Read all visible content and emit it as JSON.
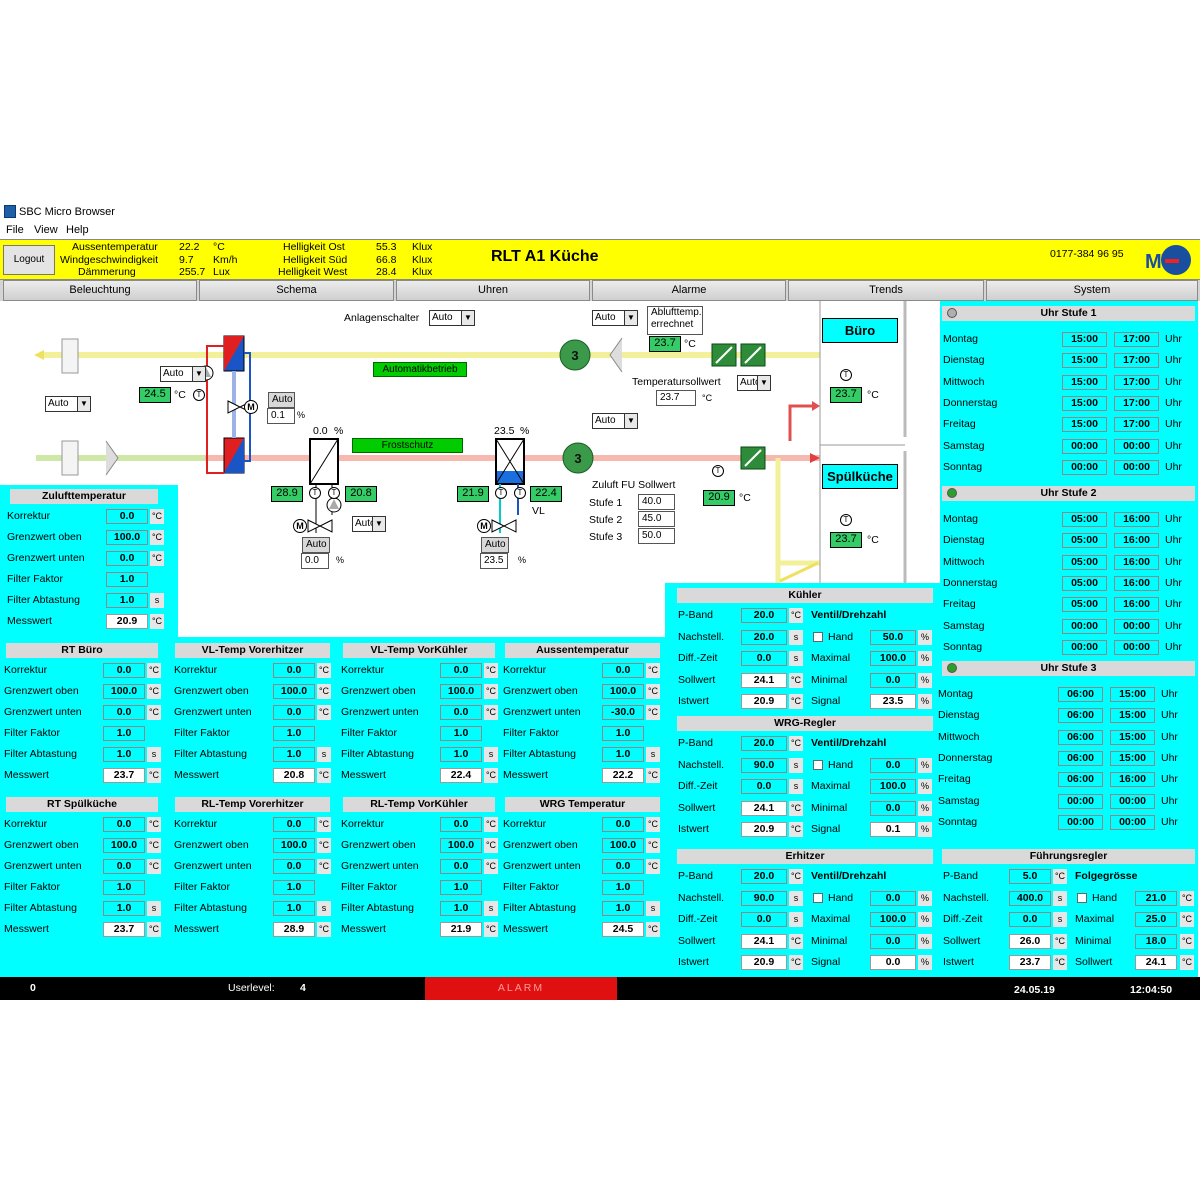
{
  "window": {
    "title": "SBC Micro Browser",
    "menu": [
      "File",
      "View",
      "Help"
    ]
  },
  "header": {
    "logout": "Logout",
    "rows": [
      {
        "label": "Aussentemperatur",
        "value": "22.2",
        "unit": "°C",
        "label2": "Helligkeit Ost",
        "value2": "55.3",
        "unit2": "Klux"
      },
      {
        "label": "Windgeschwindigkeit",
        "value": "9.7",
        "unit": "Km/h",
        "label2": "Helligkeit Süd",
        "value2": "66.8",
        "unit2": "Klux"
      },
      {
        "label": "Dämmerung",
        "value": "255.7",
        "unit": "Lux",
        "label2": "Helligkeit West",
        "value2": "28.4",
        "unit2": "Klux"
      }
    ],
    "title": "RLT A1 Küche",
    "phone": "0177-384 96 95",
    "logo": "MT"
  },
  "nav": [
    "Beleuchtung",
    "Schema",
    "Uhren",
    "Alarme",
    "Trends",
    "System"
  ],
  "schema": {
    "anlagenschalter": "Anlagenschalter",
    "auto": "Auto",
    "abluft_label": "Ablufttemp. errechnet",
    "abluft_val": "23.7",
    "celsius": "°C",
    "automatik": "Automatikbetrieb",
    "frostschutz": "Frostschutz",
    "fan_label": "3",
    "temp_left": "24.5",
    "wrg_auto": "Auto",
    "wrg_val": "0.1",
    "pct": "%",
    "tempsoll_label": "Temperatursollwert",
    "tempsoll_val": "23.7",
    "buero": "Büro",
    "buero_temp": "23.7",
    "spuel": "Spülküche",
    "spuel_temp": "23.7",
    "zuluft_temp": "20.9",
    "heater_pct": "0.0",
    "heater_in": "28.9",
    "heater_out": "20.8",
    "heater_auto": "Auto",
    "heater_val": "0.0",
    "cooler_pct": "23.5",
    "cooler_in": "21.9",
    "cooler_out": "22.4",
    "cooler_auto": "Auto",
    "cooler_val": "23.5",
    "vl": "VL",
    "fu_title": "Zuluft FU Sollwert",
    "stufen": [
      {
        "l": "Stufe 1",
        "v": "40.0"
      },
      {
        "l": "Stufe 2",
        "v": "45.0"
      },
      {
        "l": "Stufe 3",
        "v": "50.0"
      }
    ],
    "t": "T",
    "m": "M"
  },
  "sensors": [
    {
      "title": "Zulufttemperatur",
      "rows": [
        "0.0",
        "100.0",
        "0.0",
        "1.0",
        "1.0",
        "20.9"
      ]
    },
    {
      "title": "RT Büro",
      "rows": [
        "0.0",
        "100.0",
        "0.0",
        "1.0",
        "1.0",
        "23.7"
      ]
    },
    {
      "title": "VL-Temp Vorerhitzer",
      "rows": [
        "0.0",
        "100.0",
        "0.0",
        "1.0",
        "1.0",
        "20.8"
      ]
    },
    {
      "title": "VL-Temp VorKühler",
      "rows": [
        "0.0",
        "100.0",
        "0.0",
        "1.0",
        "1.0",
        "22.4"
      ]
    },
    {
      "title": "Aussentemperatur",
      "rows": [
        "0.0",
        "100.0",
        "-30.0",
        "1.0",
        "1.0",
        "22.2"
      ]
    },
    {
      "title": "RT Spülküche",
      "rows": [
        "0.0",
        "100.0",
        "0.0",
        "1.0",
        "1.0",
        "23.7"
      ]
    },
    {
      "title": "RL-Temp Vorerhitzer",
      "rows": [
        "0.0",
        "100.0",
        "0.0",
        "1.0",
        "1.0",
        "28.9"
      ]
    },
    {
      "title": "RL-Temp VorKühler",
      "rows": [
        "0.0",
        "100.0",
        "0.0",
        "1.0",
        "1.0",
        "21.9"
      ]
    },
    {
      "title": "WRG Temperatur",
      "rows": [
        "0.0",
        "100.0",
        "0.0",
        "1.0",
        "1.0",
        "24.5"
      ]
    }
  ],
  "sensor_labels": [
    "Korrektur",
    "Grenzwert oben",
    "Grenzwert unten",
    "Filter Faktor",
    "Filter Abtastung",
    "Messwert"
  ],
  "sensor_units": [
    "°C",
    "°C",
    "°C",
    "",
    "s",
    "°C"
  ],
  "regler": [
    {
      "title": "Kühler",
      "left": [
        "20.0",
        "20.0",
        "0.0",
        "24.1",
        "20.9"
      ],
      "right": [
        "",
        "50.0",
        "100.0",
        "0.0",
        "23.5"
      ]
    },
    {
      "title": "WRG-Regler",
      "left": [
        "20.0",
        "90.0",
        "0.0",
        "24.1",
        "20.9"
      ],
      "right": [
        "",
        "0.0",
        "100.0",
        "0.0",
        "0.1"
      ]
    },
    {
      "title": "Erhitzer",
      "left": [
        "20.0",
        "90.0",
        "0.0",
        "24.1",
        "20.9"
      ],
      "right": [
        "",
        "0.0",
        "100.0",
        "0.0",
        "0.0"
      ]
    }
  ],
  "regler_left_labels": [
    "P-Band",
    "Nachstell.",
    "Diff.-Zeit",
    "Sollwert",
    "Istwert"
  ],
  "regler_left_units": [
    "°C",
    "s",
    "s",
    "°C",
    "°C"
  ],
  "regler_right_labels": [
    "Ventil/Drehzahl",
    "Hand",
    "Maximal",
    "Minimal",
    "Signal"
  ],
  "fuehrung": {
    "title": "Führungsregler",
    "left": [
      "5.0",
      "400.0",
      "0.0",
      "26.0",
      "23.7"
    ],
    "right": [
      "",
      "21.0",
      "25.0",
      "18.0",
      "24.1"
    ],
    "left_labels": [
      "P-Band",
      "Nachstell.",
      "Diff.-Zeit",
      "Sollwert",
      "Istwert"
    ],
    "left_units": [
      "°C",
      "s",
      "s",
      "°C",
      "°C"
    ],
    "right_labels": [
      "Folgegrösse",
      "Hand",
      "Maximal",
      "Minimal",
      "Sollwert"
    ]
  },
  "uhren": [
    {
      "title": "Uhr Stufe 1",
      "led": "#b0b0b0",
      "days": [
        [
          "15:00",
          "17:00"
        ],
        [
          "15:00",
          "17:00"
        ],
        [
          "15:00",
          "17:00"
        ],
        [
          "15:00",
          "17:00"
        ],
        [
          "15:00",
          "17:00"
        ],
        [
          "00:00",
          "00:00"
        ],
        [
          "00:00",
          "00:00"
        ]
      ]
    },
    {
      "title": "Uhr Stufe 2",
      "led": "#2aa02a",
      "days": [
        [
          "05:00",
          "16:00"
        ],
        [
          "05:00",
          "16:00"
        ],
        [
          "05:00",
          "16:00"
        ],
        [
          "05:00",
          "16:00"
        ],
        [
          "05:00",
          "16:00"
        ],
        [
          "00:00",
          "00:00"
        ],
        [
          "00:00",
          "00:00"
        ]
      ]
    },
    {
      "title": "Uhr Stufe 3",
      "led": "#2aa02a",
      "days": [
        [
          "06:00",
          "15:00"
        ],
        [
          "06:00",
          "15:00"
        ],
        [
          "06:00",
          "15:00"
        ],
        [
          "06:00",
          "15:00"
        ],
        [
          "06:00",
          "16:00"
        ],
        [
          "00:00",
          "00:00"
        ],
        [
          "00:00",
          "00:00"
        ]
      ]
    }
  ],
  "weekdays": [
    "Montag",
    "Dienstag",
    "Mittwoch",
    "Donnerstag",
    "Freitag",
    "Samstag",
    "Sonntag"
  ],
  "uhr_unit": "Uhr",
  "status": {
    "left": "0",
    "userlevel_label": "Userlevel:",
    "userlevel": "4",
    "alarm": "ALARM",
    "date": "24.05.19",
    "time": "12:04:50"
  }
}
